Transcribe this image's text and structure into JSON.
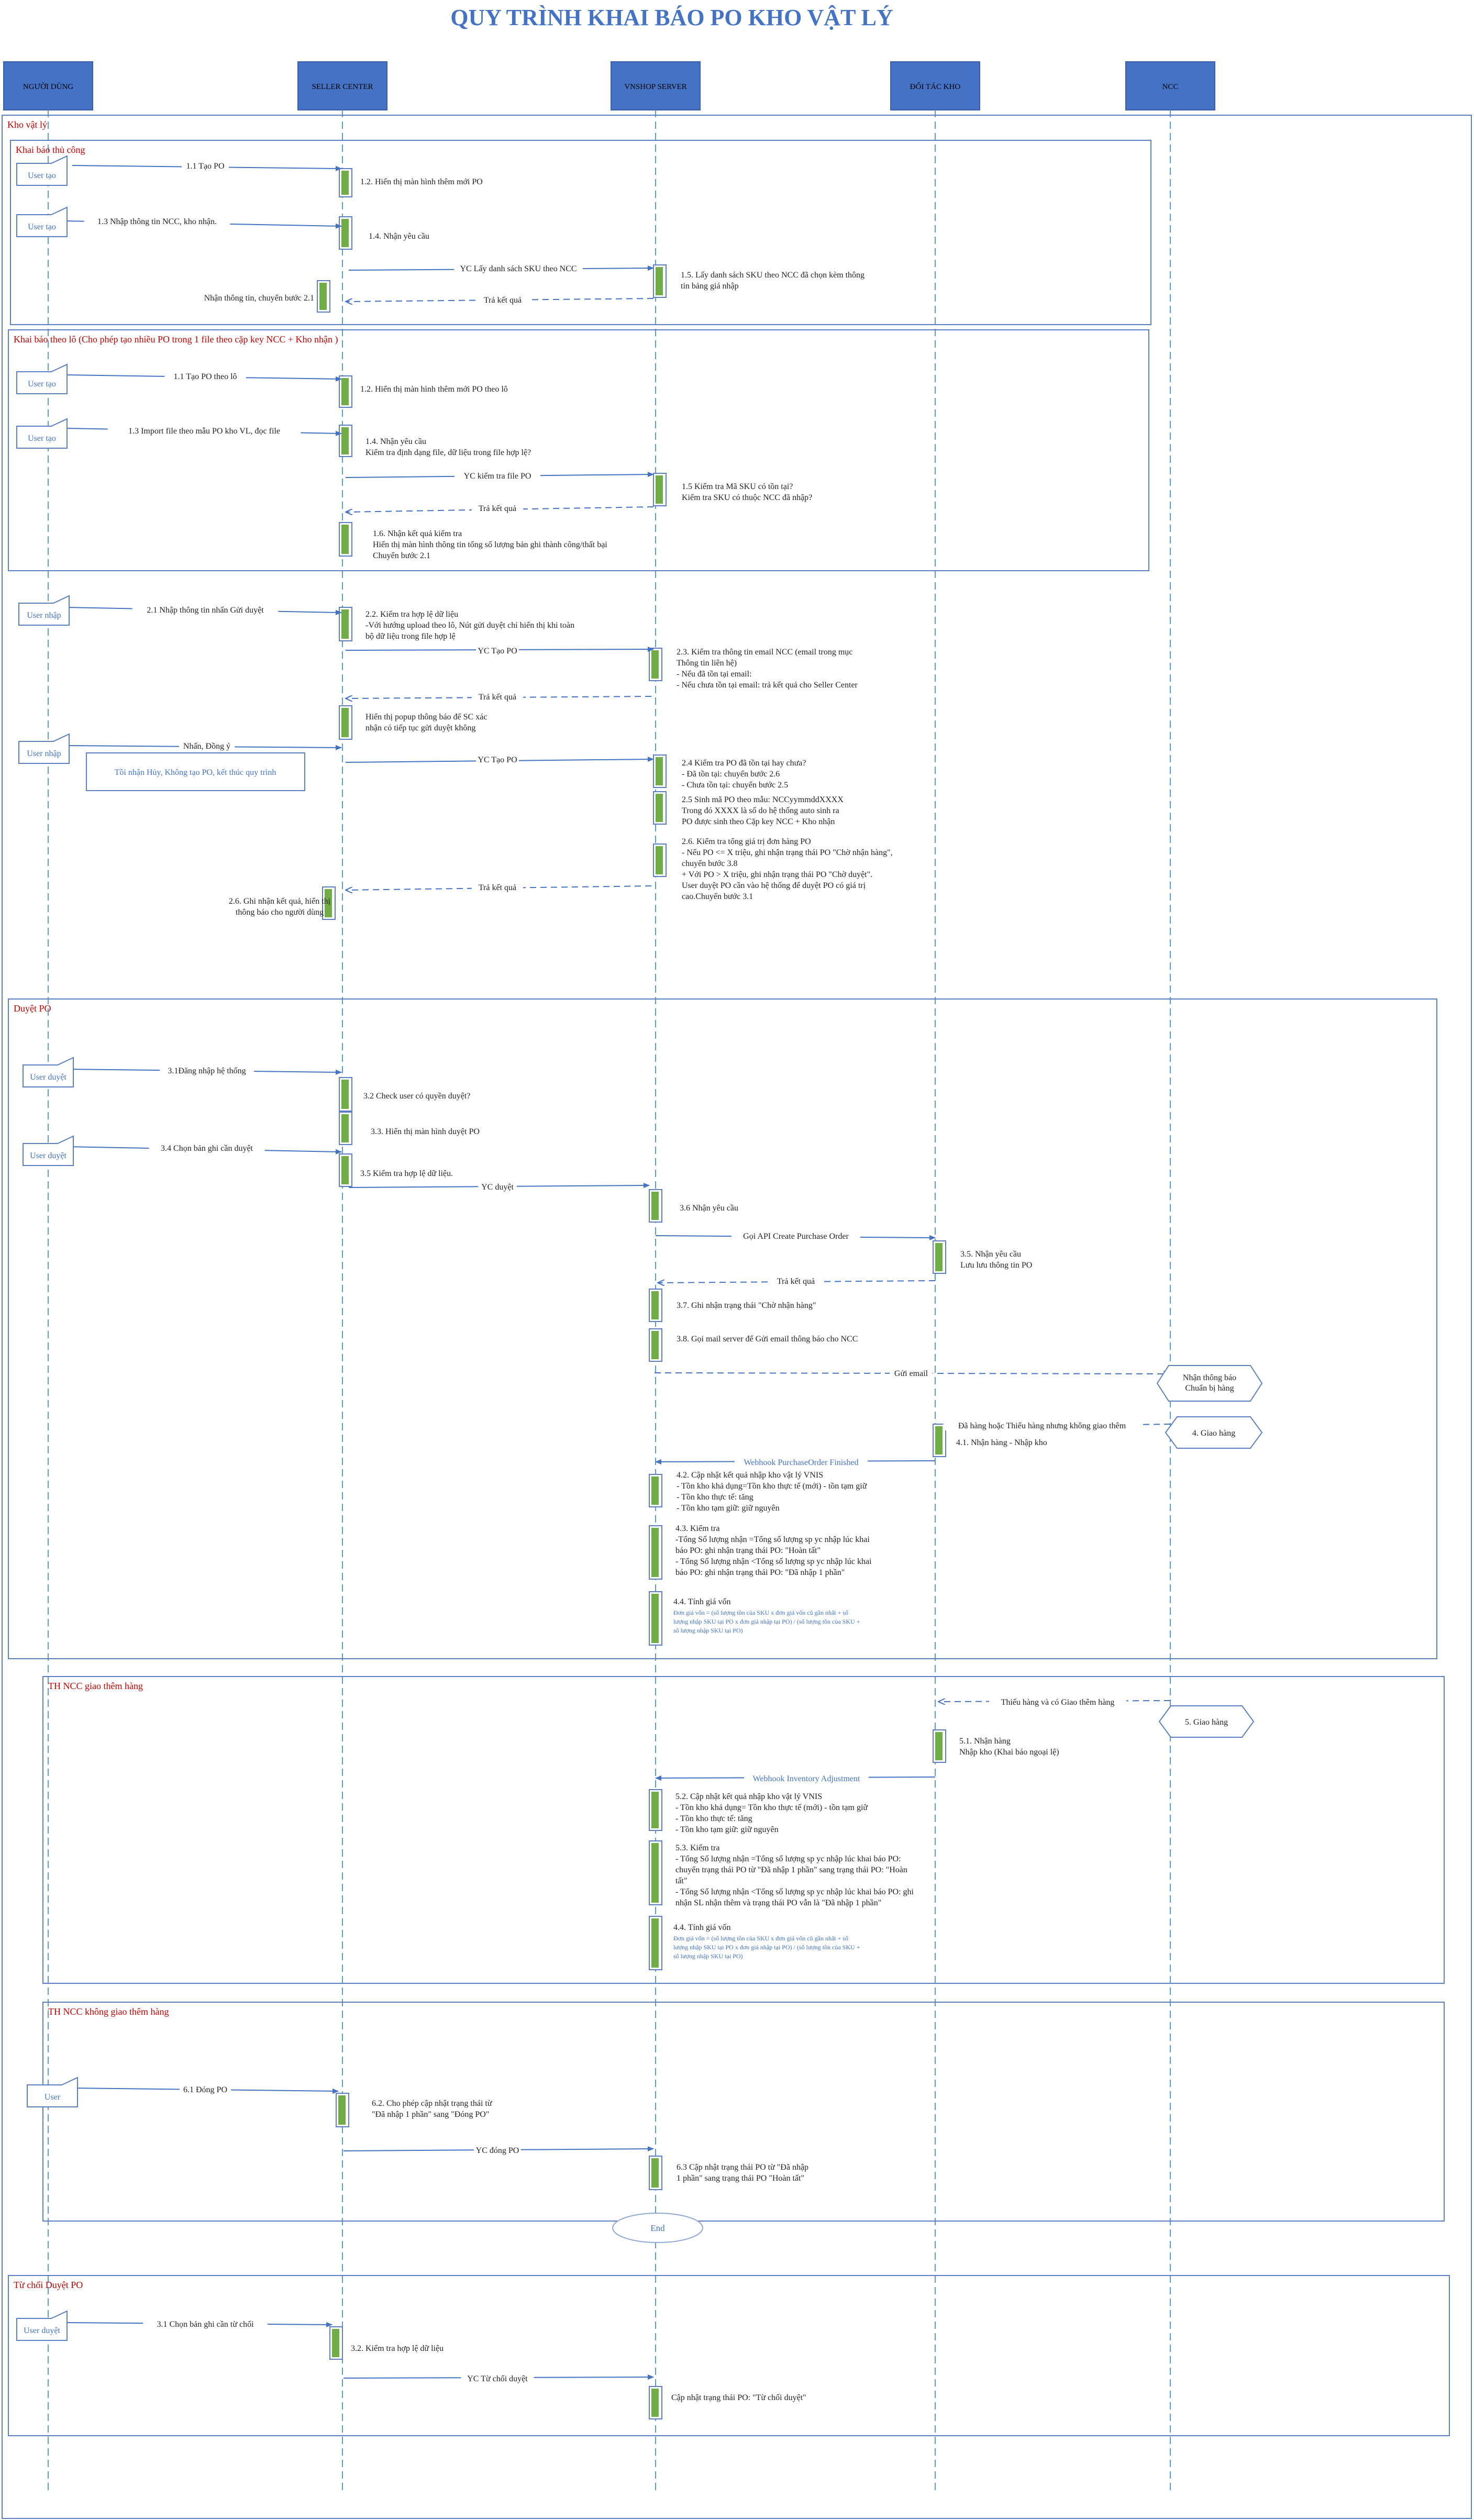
{
  "title": "QUY TRÌNH KHAI BÁO PO KHO VẬT LÝ",
  "colors": {
    "title": "#4472C4",
    "lane_header_fill": "#4472C4",
    "lane_header_text": "#000000",
    "lifeline": "#5B9BD5",
    "arrow": "#4472C4",
    "frame": "#5B7FC0",
    "frame_label": "#C00000",
    "activation_fill": "#70AD47",
    "actor_text": "#4472C4",
    "note_text": "#4472C4"
  },
  "lanes": [
    "NGƯỜI DÙNG",
    "SELLER CENTER",
    "VNSHOP SERVER",
    "ĐỐI TÁC KHO",
    "NCC"
  ],
  "frames": [
    "Kho vật lý",
    "Khai báo thủ công",
    "Khai báo theo lô (Cho phép tạo nhiều PO trong 1 file theo cặp key NCC + Kho nhận )",
    "Duyệt PO",
    "TH NCC giao thêm hàng",
    "TH NCC không giao thêm hàng",
    "Từ chối Duyệt PO"
  ],
  "actors": [
    "User tạo",
    "User tạo",
    "User tạo",
    "User tạo",
    "User nhập",
    "User nhập",
    "User duyệt",
    "User duyệt",
    "User",
    "User duyệt"
  ],
  "hexagons": [
    "Nhận thông báo Chuẩn bị hàng",
    "4. Giao hàng",
    "5. Giao hàng"
  ],
  "note_box": "Tồi nhận Hủy, Không tạo PO, kết thúc quy trình",
  "end_label": "End",
  "messages": [
    "1.1 Tạo PO",
    "1.3 Nhập thông tin NCC, kho nhận.",
    "YC Lấy danh sách SKU theo NCC",
    "Trả kết quả",
    "1.1 Tạo PO theo lô",
    "1.3 Import file theo mẫu PO kho VL, đọc file",
    "YC kiểm tra file PO",
    "Trả kết quả",
    "2.1 Nhập thông tin nhấn Gửi duyệt",
    "YC Tạo PO",
    "Trả kết quả",
    "Nhấn, Đồng ý",
    "YC Tạo PO",
    "Trả kết quả",
    "3.1Đăng nhập hệ thống",
    "3.4 Chọn bản ghi cần duyệt",
    "YC duyệt",
    "Gọi API Create Purchase Order",
    "Trả kết quả",
    "Gửi email",
    "Đã hàng hoặc Thiếu hàng nhưng không giao thêm",
    "Webhook PurchaseOrder Finished",
    "Thiếu hàng và có Giao thêm hàng",
    "Webhook Inventory Adjustment",
    "6.1 Đóng PO",
    "YC đóng PO",
    "3.1 Chọn bản ghi cần từ chối",
    "YC Từ chối duyệt"
  ],
  "notes": [
    [
      "1.2. Hiển thị màn hình thêm mới PO"
    ],
    [
      "1.4. Nhận yêu cầu"
    ],
    [
      "1.5. Lấy danh sách SKU theo NCC đã chọn kèm thông",
      "tin bảng giá nhập"
    ],
    [
      "Nhận thông tin, chuyển bước 2.1"
    ],
    [
      "1.2. Hiển thị màn hình thêm mới PO theo lô"
    ],
    [
      "1.4. Nhận yêu cầu",
      "Kiểm tra định dạng file, dữ liệu trong file hợp lệ?"
    ],
    [
      "1.5 Kiểm tra Mã SKU có tồn tại?",
      "Kiểm tra SKU có thuộc NCC đã nhập?"
    ],
    [
      "1.6. Nhận kết quả kiểm tra",
      "Hiển thị màn hình thông tin tổng số lượng bản ghi thành công/thất bại",
      "Chuyển bước 2.1"
    ],
    [
      "2.2. Kiểm tra hợp lệ dữ liệu",
      "-Với hướng upload theo lô, Nút gửi duyệt chỉ hiển thị khi toàn",
      "bộ dữ liệu trong file hợp lệ"
    ],
    [
      "2.3. Kiểm tra thông tin email NCC (email trong mục",
      "Thông tin liên hệ)",
      "- Nếu đã tồn tại email:",
      "- Nếu chưa tồn tại email: trả kết quả cho Seller Center"
    ],
    [
      "Hiển thị popup thông báo để SC xác",
      "nhận có tiếp tục gửi duyệt không"
    ],
    [
      "2.4 Kiểm tra PO đã tồn tại hay chưa?",
      "- Đã tồn tại: chuyển bước 2.6",
      "- Chưa tồn tại: chuyển bước 2.5"
    ],
    [
      "2.5 Sinh mã PO theo mẫu: NCCyymmddXXXX",
      "Trong đó XXXX là số do hệ thống auto sinh ra",
      "PO được sinh theo Cặp key NCC + Kho nhận"
    ],
    [
      "2.6. Kiểm tra tổng giá trị đơn hàng PO",
      "- Nếu PO <= X triệu, ghi nhận trạng thái PO \"Chờ nhận hàng\",",
      "chuyển bước 3.8",
      "+ Với PO > X triệu, ghi nhận trạng thái PO \"Chờ duyệt\".",
      "User duyệt PO cần vào hệ thống để duyệt PO có giá trị",
      "cao.Chuyển bước 3.1"
    ],
    [
      "2.6. Ghi nhận kết quả, hiển thị",
      "thông báo cho người dùng"
    ],
    [
      "3.2 Check user có quyền duyệt?"
    ],
    [
      "3.3. Hiển thị màn hình duyệt PO"
    ],
    [
      "3.5 Kiểm tra hợp lệ dữ liệu."
    ],
    [
      "3.6 Nhận yêu cầu"
    ],
    [
      "3.5. Nhận yêu cầu",
      "Lưu lưu thông tin PO"
    ],
    [
      "3.7. Ghi nhận trạng thái \"Chờ nhận hàng\""
    ],
    [
      "3.8. Gọi mail server để Gửi email thông báo cho NCC"
    ],
    [
      "4.1. Nhận hàng - Nhập kho"
    ],
    [
      "4.2. Cập nhật kết quả nhập kho vật lý VNIS",
      "- Tồn kho khả dụng=Tồn kho thực tế (mới) - tồn tạm giữ",
      "- Tồn kho thực tế: tăng",
      "- Tồn kho tạm giữ: giữ nguyên"
    ],
    [
      "4.3. Kiểm tra",
      "-Tổng Số lượng nhận =Tổng số lượng sp yc nhập lúc khai",
      "báo PO: ghi nhận trạng thái PO: \"Hoàn tất\"",
      "- Tổng Số lượng nhận <Tổng số lượng sp yc nhập lúc khai",
      "báo PO: ghi nhận trạng thái PO: \"Đã nhập 1 phần\""
    ],
    [
      "5.1. Nhận hàng",
      "Nhập kho (Khai báo ngoại lệ)"
    ],
    [
      "5.2. Cập nhật kết quả nhập kho vật lý VNIS",
      "- Tồn kho khả dụng= Tồn kho thực tế (mới) - tồn tạm giữ",
      "- Tồn kho thực tế: tăng",
      "- Tồn kho tạm giữ: giữ nguyên"
    ],
    [
      "5.3. Kiểm tra",
      "- Tổng Số lượng nhận =Tổng số lượng sp yc nhập lúc khai báo PO:",
      "chuyển trạng thái PO từ \"Đã nhập 1 phần\" sang trạng thái PO: \"Hoàn",
      "tất\"",
      "- Tổng Số lượng nhận <Tổng số lượng sp yc nhập lúc khai báo PO: ghi",
      "nhận SL nhận thêm và trạng thái PO vẫn là \"Đã nhập 1 phần\""
    ],
    [
      "6.2. Cho phép cập nhật trạng thái từ",
      "\"Đã nhập 1 phần\" sang \"Đóng PO\""
    ],
    [
      "6.3 Cập nhật trạng thái PO từ \"Đã nhập",
      "1 phần\" sang trạng thái PO \"Hoàn tất\""
    ],
    [
      "3.2. Kiểm tra hợp lệ dữ liệu"
    ],
    [
      "Cập nhật trạng thái PO: \"Từ chối duyệt\""
    ]
  ],
  "formula_notes": [
    {
      "title": "4.4. Tính giá vốn",
      "lines": [
        "Đơn giá vốn = (số lượng tồn của SKU x đơn giá vốn cũ gần nhất + số",
        "lượng nhập SKU tại PO x đơn giá nhập tại PO) / (số lượng tồn của SKU +",
        "số lượng nhập SKU tại PO)"
      ]
    },
    {
      "title": "4.4. Tính giá vốn",
      "lines": [
        "Đơn giá vốn = (số lượng tồn của SKU x đơn giá vốn cũ gần nhất + số",
        "lượng nhập SKU tại PO x đơn giá nhập tại PO) / (số lượng tồn của SKU +",
        "số lượng nhập SKU tại PO)"
      ]
    }
  ]
}
